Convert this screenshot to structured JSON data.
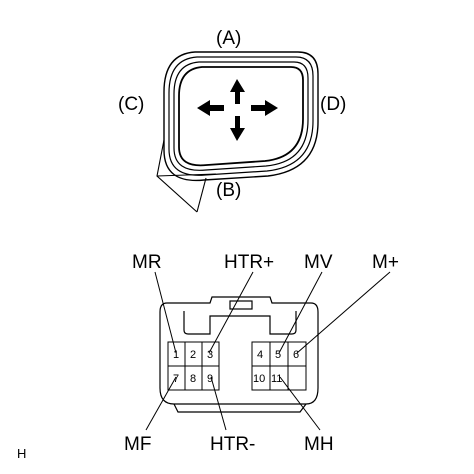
{
  "mirror": {
    "direction_labels": {
      "top": "(A)",
      "bottom": "(B)",
      "left": "(C)",
      "right": "(D)"
    }
  },
  "connector": {
    "terminal_labels": {
      "mr": "MR",
      "htr_plus": "HTR+",
      "mv": "MV",
      "m_plus": "M+",
      "mf": "MF",
      "htr_minus": "HTR-",
      "mh": "MH"
    },
    "pins": {
      "p1": "1",
      "p2": "2",
      "p3": "3",
      "p4": "4",
      "p5": "5",
      "p6": "6",
      "p7": "7",
      "p8": "8",
      "p9": "9",
      "p10": "10",
      "p11": "11"
    }
  },
  "corner_mark": "H"
}
